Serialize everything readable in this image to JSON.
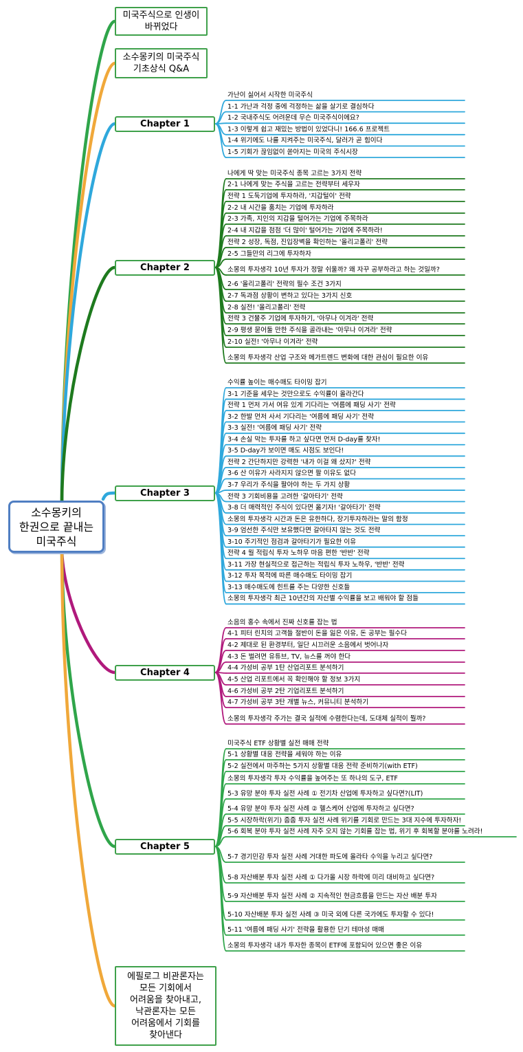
{
  "root": {
    "label": "소수몽키의\n한권으로 끝내는\n미국주식"
  },
  "colors": {
    "green": "#2fa54a",
    "orange": "#f0a83a",
    "blue": "#2fa8dc",
    "darkgreen": "#1e7a1e",
    "magenta": "#b0197c",
    "root_border": "#4f7ec2"
  },
  "nodes": [
    {
      "id": "intro",
      "label": "미국주식으로 인생이\n바뀌었다",
      "color": "green"
    },
    {
      "id": "qa",
      "label": "소수몽키의 미국주식\n기초상식 Q&A",
      "color": "orange"
    },
    {
      "id": "ch1",
      "label": "Chapter 1",
      "color": "blue"
    },
    {
      "id": "ch2",
      "label": "Chapter 2",
      "color": "darkgreen"
    },
    {
      "id": "ch3",
      "label": "Chapter 3",
      "color": "blue"
    },
    {
      "id": "ch4",
      "label": "Chapter 4",
      "color": "magenta"
    },
    {
      "id": "ch5",
      "label": "Chapter 5",
      "color": "green"
    },
    {
      "id": "epilogue",
      "label": "에필로그 비관론자는\n모든 기회에서\n어려움을 찾아내고,\n낙관론자는 모든\n어려움에서 기회를\n찾아낸다",
      "color": "orange"
    }
  ],
  "chapters": [
    {
      "node": "ch1",
      "color": "blue",
      "items": [
        "가난이 싫어서 시작한 미국주식",
        "1-1 가난과 걱정 중에 걱정하는 삶을 살기로 결심하다",
        "1-2 국내주식도 어려운데 무슨 미국주식이에요?",
        "1-3 이렇게 쉽고 재밌는 방법이 있었다니! 166.6 프로젝트",
        "1-4 위기에도 나를 지켜주는 미국주식, 달러가 곧 힘이다",
        "1-5 기회가 끊임없이 쏟아지는 미국의 주식시장"
      ]
    },
    {
      "node": "ch2",
      "color": "darkgreen",
      "items": [
        "나에게 딱 맞는 미국주식 종목 고르는 3가지 전략",
        "2-1 나에게 맞는 주식을 고르는 전략부터 세우자",
        "전략 1 도둑기업에 투자하라, '지갑털이' 전략",
        "2-2 내 시간을 훔치는 기업에 투자하라",
        "2-3 가족, 지인의 지갑을 털어가는 기업에 주목하라",
        "2-4 내 지갑을 점점 '더 많이' 털어가는 기업에 주목하라!",
        "전략 2 성장, 독점, 진입장벽을 확인하는 '올리고폴리' 전략",
        "2-5 그들만의 리그에 투자하자",
        "소몽의 투자생각 10년 투자가 정말 쉬울까? 왜 자꾸 공부하라고 하는 것일까?",
        "2-6 '올리고폴리' 전략의 필수 조건 3가지",
        "2-7 독과점 상황이 변하고 있다는 3가지 신호",
        "2-8 실전! '올리고폴리' 전략",
        "전략 3 건물주 기업에 투자하기, '아무나 이겨라' 전략",
        "2-9 평생 묻어둘 만한 주식을 골라내는 '아무나 이겨라' 전략",
        "2-10 실전! '아무나 이겨라' 전략",
        "소몽의 투자생각 산업 구조와 메가트렌드 변화에 대한 관심이 필요한 이유"
      ]
    },
    {
      "node": "ch3",
      "color": "blue",
      "items": [
        "수익률 높이는 매수매도 타이밍 잡기",
        "3-1 기준을 세우는 것만으로도 수익률이 올라간다",
        "전략 1 먼저 가서 여유 있게 기다리는 '여름에 패딩 사기' 전략",
        "3-2 한발 먼저 사서 기다리는 '여름에 패딩 사기' 전략",
        "3-3 실전! '여름에 패딩 사기' 전략",
        "3-4 손실 막는 투자를 하고 싶다면 먼저 D-day를 찾자!",
        "3-5 D-day가 보이면 매도 시점도 보인다!",
        "전략 2 간단하지만 강력한 '내가 이걸 왜 샀지?' 전략",
        "3-6 산 이유가 사라지지 않으면 팔 이유도 없다",
        "3-7 우리가 주식을 팔아야 하는 두 가지 상황",
        "전략 3 기회비용을 고려한 '갈아타기' 전략",
        "3-8 더 매력적인 주식이 있다면 옮기자! '갈아타기' 전략",
        "소몽의 투자생각 시간과 돈은 유한하다, 장기투자하라는 말의 함정",
        "3-9 엄선한 주식만 보유했다면 갈아타지 않는 것도 전략",
        "3-10 주기적인 점검과 갈아타기가 필요한 이유",
        "전략 4 월 적립식 투자 노하우 마음 편한 '반반' 전략",
        "3-11 가장 현실적으로 접근하는 적립식 투자 노하우, '반반' 전략",
        "3-12 투자 목적에 따른 매수매도 타이밍 잡기",
        "3-13 매수매도에 힌트를 주는 다양한 신호들",
        "소몽의 투자생각 최근 10년간의 자산별 수익률을 보고 배워야 할 점들"
      ]
    },
    {
      "node": "ch4",
      "color": "magenta",
      "items": [
        "소음의 홍수 속에서 진짜 신호를 잡는 법",
        "4-1 피터 린치의 고객들 절반이 돈을 잃은 이유, 돈 공부는 필수다",
        "4-2 제대로 된 환경부터, 일단 시끄러운 소음에서 벗어나자",
        "4-3 돈 벌려면 유튜브, TV, 뉴스를 꺼야 한다",
        "4-4 가성비 공부 1탄 산업리포트 분석하기",
        "4-5 산업 리포트에서 꼭 확인해야 할 정보 3가지",
        "4-6 가성비 공부 2탄 기업리포트 분석하기",
        "4-7 가성비 공부 3탄 개별 뉴스, 커뮤니티 분석하기",
        "소몽의 투자생각 주가는 결국 실적에 수렴한다는데, 도대체 실적이 뭘까?"
      ]
    },
    {
      "node": "ch5",
      "color": "green",
      "items": [
        "미국주식 ETF 상황별 실전 매매 전략",
        "5-1 상황별 대응 전략을 세워야 하는 이유",
        "5-2 실전에서 마주하는 5가지 상황별 대응 전략 준비하기(with ETF)",
        "소몽의 투자생각 투자 수익률을 높여주는 또 하나의 도구, ETF",
        "5-3 유망 분야 투자 실전 사례 ① 전기차 산업에 투자하고 싶다면?(LIT)",
        "5-4 유망 분야 투자 실전 사례 ② 헬스케어 산업에 투자하고 싶다면?",
        "5-5 시장하락(위기) 줍줍 투자 실전 사례 위기를 기회로 만드는 3대 지수에 투자하자!",
        "5-6 회복 분야 투자 실전 사례 자주 오지 않는 기회를 잡는 법, 위기 후 회복할 분야를 노려라!",
        "5-7 경기민감 투자 실전 사례 거대한 파도에 올라타 수익을 누리고 싶다면?",
        "5-8 자산배분 투자 실전 사례 ① 다가올 시장 하락에 미리 대비하고 싶다면?",
        "5-9 자산배분 투자 실전 사례 ② 지속적인 현금흐름을 만드는 자산 배분 투자",
        "5-10 자산배분 투자 실전 사례 ③ 미국 외에 다른 국가에도 투자할 수 있다!",
        "5-11 '여름에 패딩 사기' 전략을 활용한 단기 테마성 매매",
        "소몽의 투자생각 내가 투자한 종목이 ETF에 포함되어 있으면 좋은 이유"
      ]
    }
  ]
}
